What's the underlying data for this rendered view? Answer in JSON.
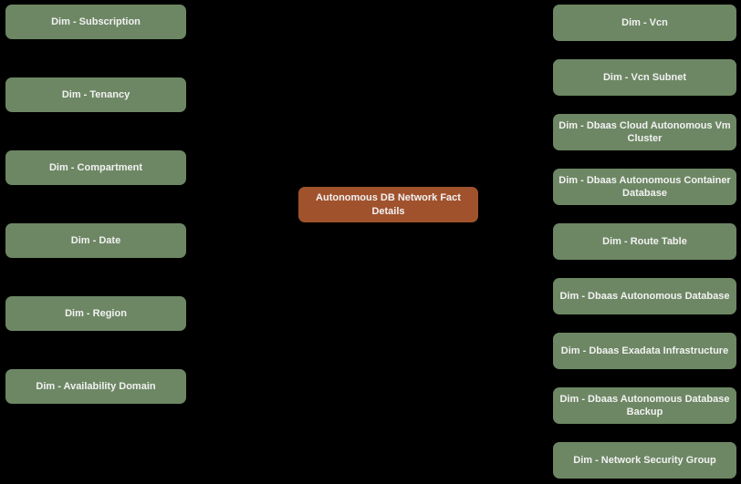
{
  "diagram": {
    "fact": {
      "label": "Autonomous DB Network Fact Details"
    },
    "left_nodes": [
      "Dim - Subscription",
      "Dim - Tenancy",
      "Dim - Compartment",
      "Dim - Date",
      "Dim - Region",
      "Dim - Availability Domain"
    ],
    "right_nodes": [
      "Dim - Vcn",
      "Dim - Vcn Subnet",
      "Dim - Dbaas Cloud Autonomous Vm Cluster",
      "Dim - Dbaas Autonomous Container Database",
      "Dim - Route Table",
      "Dim - Dbaas Autonomous Database",
      "Dim - Dbaas Exadata Infrastructure",
      "Dim - Dbaas Autonomous Database Backup",
      "Dim - Network Security Group"
    ]
  },
  "colors": {
    "background": "#000000",
    "dimension_box": "#6D8764",
    "fact_box": "#A0522D",
    "box_text": "#F2F2F2"
  }
}
